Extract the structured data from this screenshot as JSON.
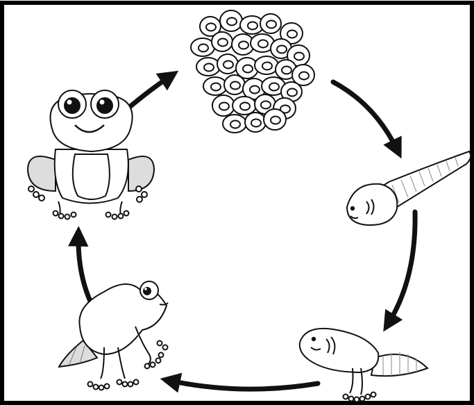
{
  "diagram": {
    "type": "cycle",
    "direction": "clockwise",
    "stages": [
      {
        "id": "eggs",
        "icon": "frog-eggs-icon"
      },
      {
        "id": "tadpole",
        "icon": "tadpole-icon"
      },
      {
        "id": "tadpole-with-legs",
        "icon": "tadpole-with-legs-icon"
      },
      {
        "id": "froglet",
        "icon": "froglet-icon"
      },
      {
        "id": "adult-frog",
        "icon": "adult-frog-icon"
      }
    ],
    "arrow_count": 5
  },
  "colors": {
    "line": "#111111",
    "fill": "#ffffff",
    "shade": "#d9d9d9",
    "arrow": "#111111",
    "frame": "#000000"
  }
}
